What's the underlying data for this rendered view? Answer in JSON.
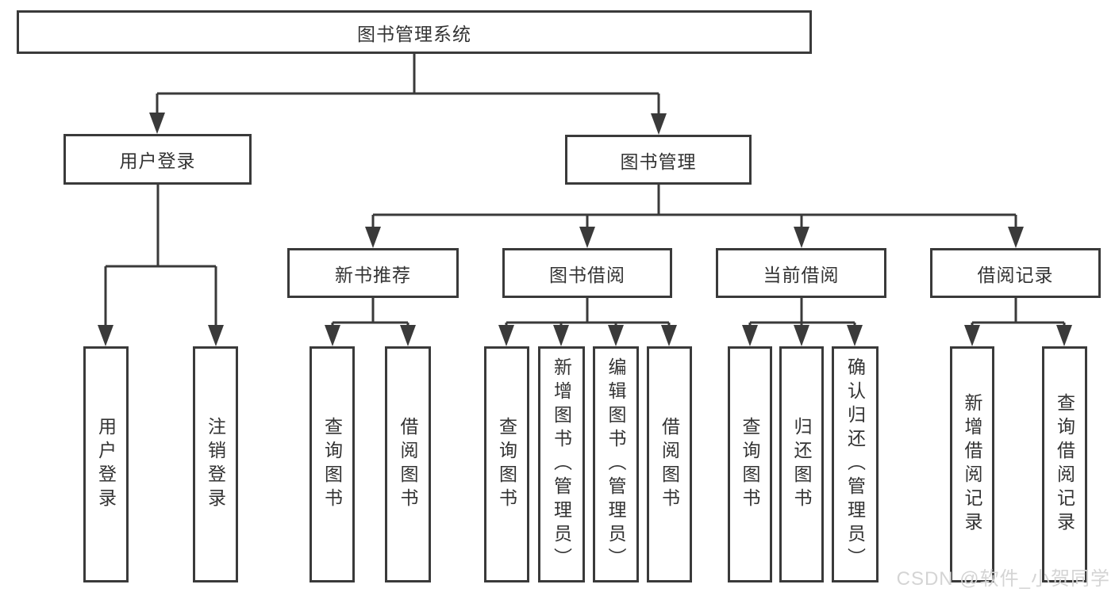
{
  "diagram": {
    "root": {
      "label": "图书管理系统"
    },
    "branches": [
      {
        "label": "用户登录",
        "children": [
          {
            "label": "用户登录"
          },
          {
            "label": "注销登录"
          }
        ]
      },
      {
        "label": "图书管理",
        "children": [
          {
            "label": "新书推荐",
            "children": [
              {
                "label": "查询图书"
              },
              {
                "label": "借阅图书"
              }
            ]
          },
          {
            "label": "图书借阅",
            "children": [
              {
                "label": "查询图书"
              },
              {
                "label": "新增图书（管理员）"
              },
              {
                "label": "编辑图书（管理员）"
              },
              {
                "label": "借阅图书"
              }
            ]
          },
          {
            "label": "当前借阅",
            "children": [
              {
                "label": "查询图书"
              },
              {
                "label": "归还图书"
              },
              {
                "label": "确认归还（管理员）"
              }
            ]
          },
          {
            "label": "借阅记录",
            "children": [
              {
                "label": "新增借阅记录"
              },
              {
                "label": "查询借阅记录"
              }
            ]
          }
        ]
      }
    ]
  },
  "watermark": {
    "text": "CSDN @软件_小贺同学"
  },
  "colors": {
    "line": "#3a3a3a",
    "text": "#333333",
    "background": "#ffffff",
    "watermark": "#d4d4d4"
  }
}
